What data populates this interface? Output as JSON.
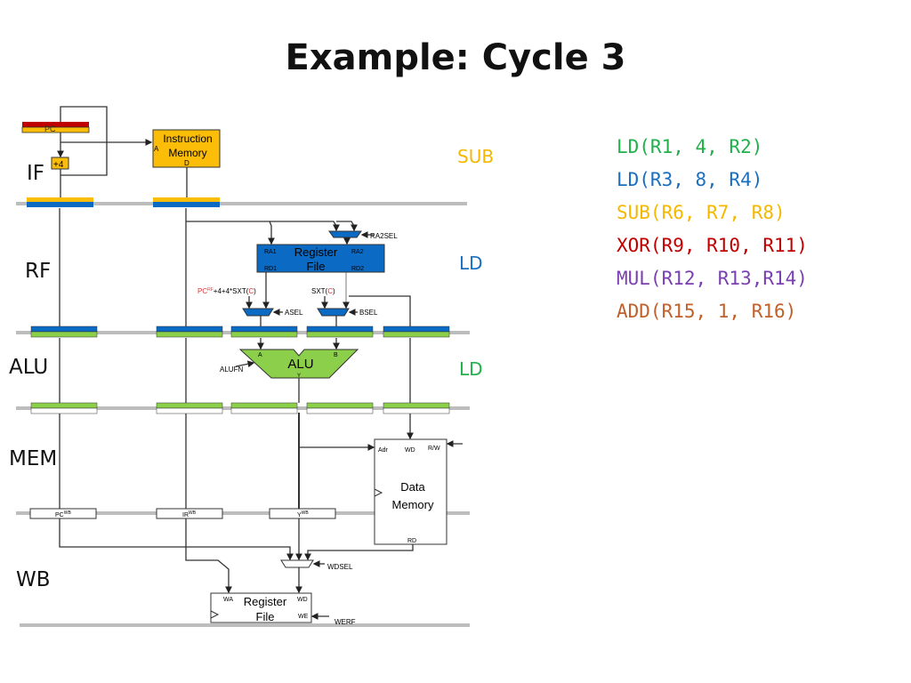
{
  "title": "Example: Cycle 3",
  "stages": [
    "IF",
    "RF",
    "ALU",
    "MEM",
    "WB"
  ],
  "stage_current": [
    {
      "label": "SUB",
      "color": "#f5b800"
    },
    {
      "label": "LD",
      "color": "#1a6fc0"
    },
    {
      "label": "LD",
      "color": "#22b04b"
    }
  ],
  "instructions": [
    {
      "text": "LD(R1, 4, R2)",
      "color": "#22b04b"
    },
    {
      "text": "LD(R3, 8, R4)",
      "color": "#1a6fc0"
    },
    {
      "text": "SUB(R6, R7, R8)",
      "color": "#f5b800"
    },
    {
      "text": "XOR(R9, R10, R11)",
      "color": "#c00000"
    },
    {
      "text": "MUL(R12, R13,R14)",
      "color": "#7a3fb0"
    },
    {
      "text": "ADD(R15, 1, R16)",
      "color": "#c0602a"
    }
  ],
  "diagram": {
    "pc": "PC",
    "plus4": "+4",
    "imem": {
      "line1": "Instruction",
      "line2": "Memory",
      "a": "A",
      "d": "D"
    },
    "ra2sel": "RA2SEL",
    "regfile": {
      "line1": "Register",
      "line2": "File",
      "ra1": "RA1",
      "ra2": "RA2",
      "rd1": "RD1",
      "rd2": "RD2"
    },
    "asel_input": {
      "pc": "PC",
      "sup": "RF",
      "rest": "+4+4*SXT(",
      "c": "C",
      "close": ")"
    },
    "bsel_input": {
      "pre": "SXT(",
      "c": "C",
      "close": ")"
    },
    "asel": "ASEL",
    "bsel": "BSEL",
    "alu": {
      "label": "ALU",
      "a": "A",
      "b": "B",
      "y": "Y",
      "alufn": "ALUFN"
    },
    "dmem": {
      "line1": "Data",
      "line2": "Memory",
      "adr": "Adr",
      "wd": "WD",
      "rw": "R/W",
      "rd": "RD"
    },
    "pcwb": {
      "base": "PC",
      "sup": "WB"
    },
    "irwb": {
      "base": "IR",
      "sup": "WB"
    },
    "ywb": {
      "base": "Y",
      "sup": "WB"
    },
    "wdsel": "WDSEL",
    "wbregfile": {
      "line1": "Register",
      "line2": "File",
      "wa": "WA",
      "wd": "WD",
      "we": "WE",
      "werf": "WERF"
    },
    "colors": {
      "yellow": "#fbbd08",
      "blue": "#0a6ac4",
      "green": "#8ccf4a",
      "red": "#c00000",
      "gray": "#bdbdbd"
    }
  }
}
